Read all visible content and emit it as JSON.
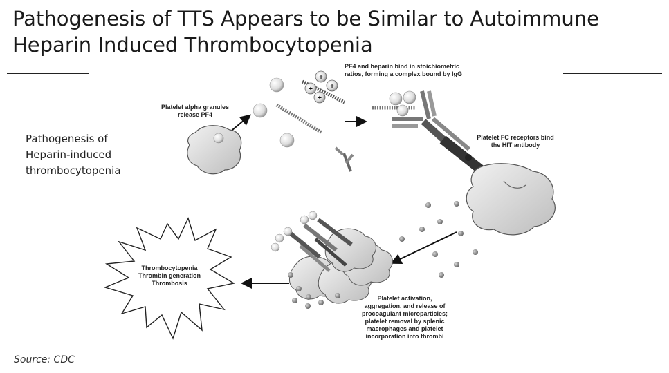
{
  "slide": {
    "title_line1": "Pathogenesis of TTS Appears to be Similar to Autoimmune",
    "title_line2": "Heparin Induced Thrombocytopenia",
    "side_caption_line1": "Pathogenesis of",
    "side_caption_line2": "Heparin-induced",
    "side_caption_line3": "thrombocytopenia",
    "source": "Source: CDC"
  },
  "diagram": {
    "label_alpha_line1": "Platelet alpha granules",
    "label_alpha_line2": "release PF4",
    "label_pf4_line1": "PF4 and heparin bind in stoichiometric",
    "label_pf4_line2": "ratios, forming a complex bound by IgG",
    "label_fc_line1": "Platelet FC receptors bind",
    "label_fc_line2": "the HIT antibody",
    "label_activation_line1": "Platelet activation,",
    "label_activation_line2": "aggregation, and release of",
    "label_activation_line3": "procoagulant microparticles;",
    "label_activation_line4": "platelet removal by splenic",
    "label_activation_line5": "macrophages and platelet",
    "label_activation_line6": "incorporation into thrombi",
    "outcome_line1": "Thrombocytopenia",
    "outcome_line2": "Thrombin generation",
    "outcome_line3": "Thrombosis",
    "plus_sign": "+"
  }
}
